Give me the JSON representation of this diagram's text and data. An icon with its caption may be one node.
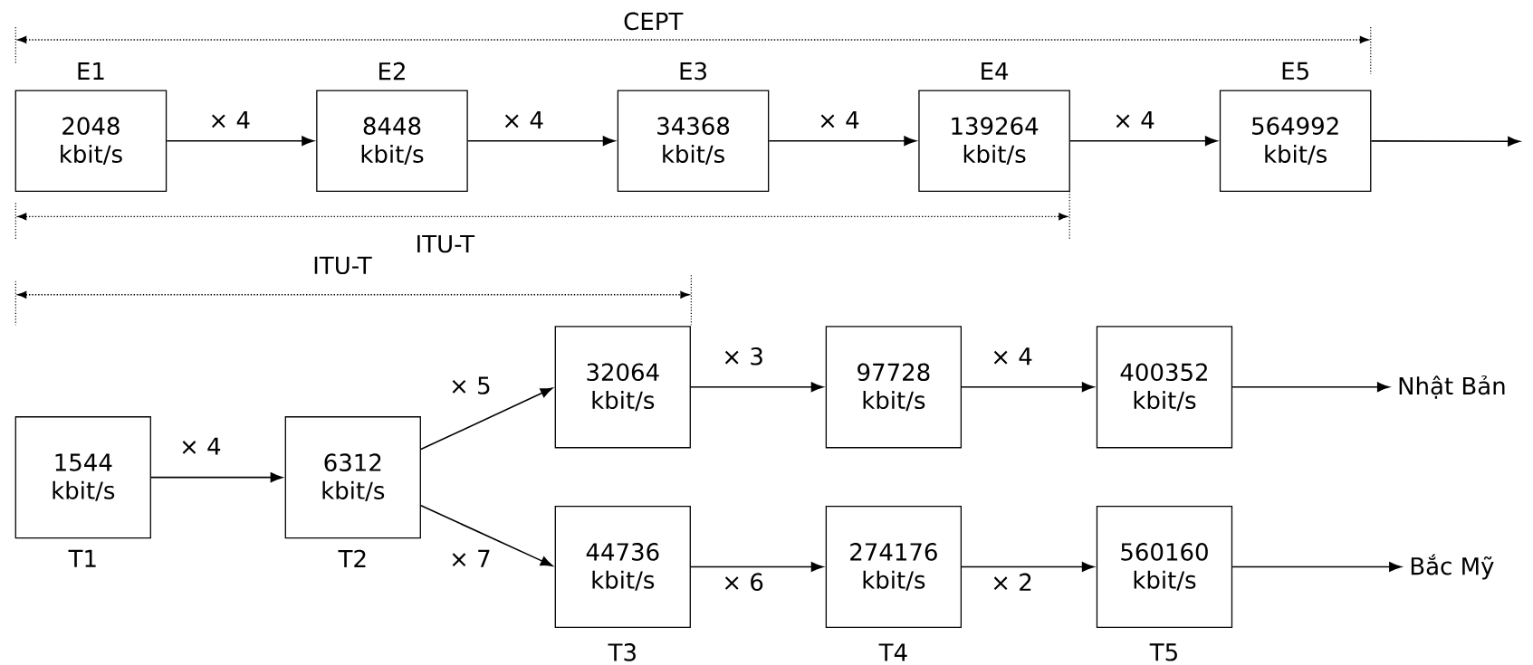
{
  "diagram": {
    "nodes": [
      {
        "text": [
          "2048 kbit/s"
        ],
        "beside": [
          "E1"
        ]
      },
      {
        "text": [
          "8448 kbit/s"
        ],
        "beside": [
          "E2"
        ]
      },
      {
        "text": [
          "34368 kbit/s"
        ],
        "beside": [
          "E3"
        ]
      },
      {
        "text": [
          "139264 kbit/s"
        ],
        "beside": [
          "E4"
        ]
      },
      {
        "text": [
          "564992 kbit/s"
        ],
        "beside": [
          "E5"
        ]
      },
      {
        "text": [
          "1544 kbit/s"
        ],
        "beside": [
          "T1"
        ]
      },
      {
        "text": [
          "6312 kbit/s"
        ],
        "beside": [
          "T2"
        ]
      },
      {
        "text": [
          "32064 kbit/s"
        ]
      },
      {
        "text": [
          "97728 kbit/s"
        ]
      },
      {
        "text": [
          "400352 kbit/s"
        ]
      },
      {
        "text": [
          "Nhật Bản"
        ]
      },
      {
        "text": [
          "44736 kbit/s"
        ],
        "beside": [
          "T3"
        ]
      },
      {
        "text": [
          "274176 kbit/s"
        ],
        "beside": [
          "T4"
        ]
      },
      {
        "text": [
          "560160 kbit/s"
        ],
        "beside": [
          "T5"
        ]
      },
      {
        "text": [
          "Bắc Mỹ"
        ]
      }
    ],
    "edges": [
      {
        "from": 0,
        "to": 1,
        "arrow": "to",
        "label": "× 4"
      },
      {
        "from": 1,
        "to": 2,
        "arrow": "to",
        "label": "× 4"
      },
      {
        "from": 2,
        "to": 3,
        "arrow": "to",
        "label": "× 4"
      },
      {
        "from": 3,
        "to": 4,
        "arrow": "to",
        "label": "× 4"
      },
      {
        "from": 4,
        "to": null,
        "arrow": "to"
      },
      {
        "from": 5,
        "to": 6,
        "arrow": "to",
        "label": "× 4"
      },
      {
        "from": 6,
        "to": 7,
        "arrow": "to",
        "label": "× 5"
      },
      {
        "from": 6,
        "to": 11,
        "arrow": "to",
        "label": "× 7"
      },
      {
        "from": 7,
        "to": 8,
        "arrow": "to",
        "label": "× 3"
      },
      {
        "from": 8,
        "to": 9,
        "arrow": "to",
        "label": "× 4"
      },
      {
        "from": 9,
        "to": 10,
        "arrow": "to"
      },
      {
        "from": 11,
        "to": 12,
        "arrow": "to",
        "label": "× 6"
      },
      {
        "from": 12,
        "to": 13,
        "arrow": "to",
        "label": "× 2"
      },
      {
        "from": 13,
        "to": 14,
        "arrow": "to"
      }
    ],
    "labels": [
      "CEPT",
      "ITU-T",
      "ITU-T"
    ]
  }
}
